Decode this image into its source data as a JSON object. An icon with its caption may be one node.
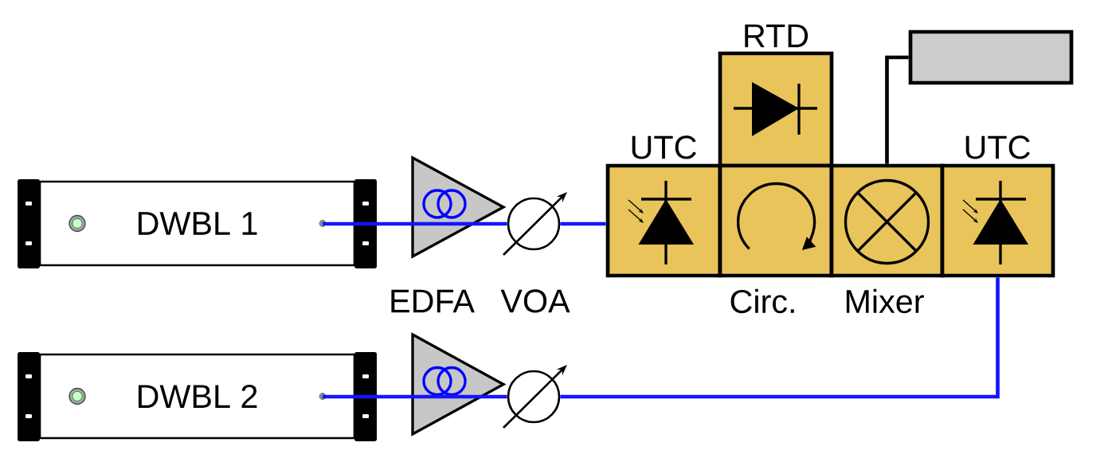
{
  "diagram": {
    "nodes": [
      {
        "text": [
          "DWBL 1"
        ]
      },
      {
        "text": [
          "EDFA"
        ]
      },
      {
        "text": [
          "VOA"
        ]
      },
      {
        "text": [
          "UTC"
        ]
      },
      {
        "text": [
          "RTD"
        ]
      },
      {
        "text": [
          "Circ."
        ]
      },
      {
        "text": [
          "Mixer"
        ]
      },
      {
        "text": [
          "UTC"
        ]
      },
      {
        "text": [],
        "shape": "box"
      },
      {
        "text": [
          "DWBL 2"
        ]
      },
      {
        "text": [],
        "shape": "triangle"
      },
      {
        "text": [],
        "shape": "circle"
      }
    ],
    "edges": [
      {
        "from": 0,
        "to": 1,
        "arrow": "none"
      },
      {
        "from": 1,
        "to": 2,
        "arrow": "none"
      },
      {
        "from": 2,
        "to": 3,
        "arrow": "none"
      },
      {
        "from": 9,
        "to": 10,
        "arrow": "none"
      },
      {
        "from": 10,
        "to": 11,
        "arrow": "none"
      },
      {
        "from": 11,
        "to": 7,
        "arrow": "none"
      },
      {
        "from": 6,
        "to": 8,
        "arrow": "none",
        "color": "#000000"
      }
    ]
  }
}
